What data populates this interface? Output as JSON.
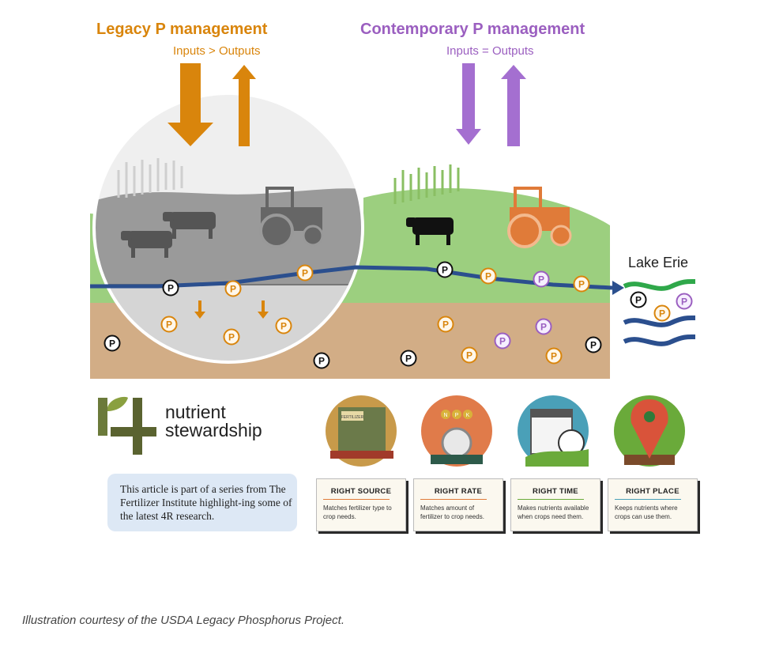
{
  "colors": {
    "legacy": "#d9850c",
    "contemporary": "#9b5fc0",
    "soil": "#d2ad86",
    "grass": "#9ccf7f",
    "water": "#2b4f8e",
    "gray_hill": "#9a9a9a"
  },
  "legacy": {
    "title": "Legacy P management",
    "subtitle": "Inputs > Outputs"
  },
  "contemporary": {
    "title": "Contemporary P management",
    "subtitle": "Inputs = Outputs"
  },
  "lake": {
    "label": "Lake Erie"
  },
  "p_marker": "P",
  "brand": {
    "line1": "nutrient",
    "line2": "stewardship"
  },
  "note": {
    "text": "This article is part of a series from The Fertilizer Institute highlight-ing some of the latest 4R research."
  },
  "cards": [
    {
      "title": "RIGHT SOURCE",
      "desc": "Matches fertilizer type to crop needs.",
      "accent": "#e07b39"
    },
    {
      "title": "RIGHT RATE",
      "desc": "Matches amount of fertilizer to crop needs.",
      "accent": "#e07b39"
    },
    {
      "title": "RIGHT TIME",
      "desc": "Makes nutrients available when crops need them.",
      "accent": "#6aaa3a"
    },
    {
      "title": "RIGHT PLACE",
      "desc": "Keeps nutrients where crops can use them.",
      "accent": "#4aa0b8"
    }
  ],
  "fertilizer_label": "FERTILIZER",
  "npk": [
    "N",
    "P",
    "K"
  ],
  "caption": "Illustration courtesy of the USDA Legacy Phosphorus Project."
}
